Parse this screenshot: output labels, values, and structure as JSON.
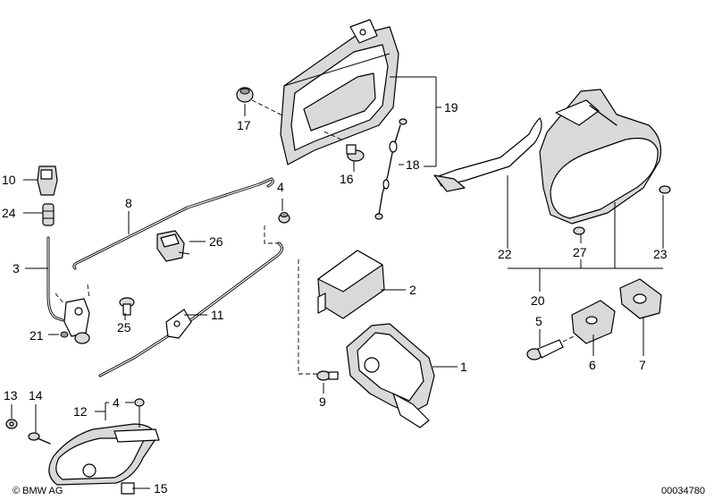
{
  "callouts": {
    "c1": "1",
    "c2": "2",
    "c3": "3",
    "c4a": "4",
    "c4b": "4",
    "c5": "5",
    "c6": "6",
    "c7": "7",
    "c8": "8",
    "c9": "9",
    "c10": "10",
    "c11": "11",
    "c12": "12",
    "c13": "13",
    "c14": "14",
    "c15": "15",
    "c16": "16",
    "c17": "17",
    "c18": "18",
    "c19": "19",
    "c20": "20",
    "c21": "21",
    "c22": "22",
    "c23": "23",
    "c24": "24",
    "c25": "25",
    "c26": "26",
    "c27": "27"
  },
  "footer": {
    "copyright": "© BMW AG",
    "drawing_number": "00034780"
  }
}
